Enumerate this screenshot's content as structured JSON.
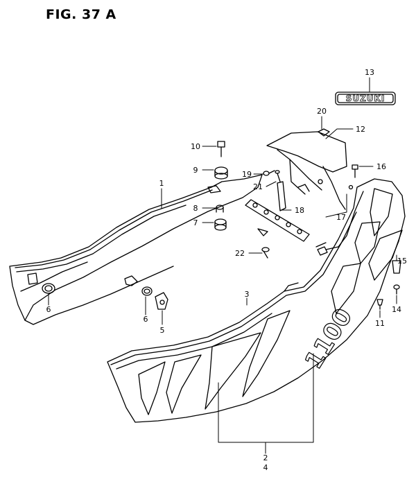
{
  "figure": {
    "title": "FIG. 37 A"
  },
  "callouts": {
    "n1": "1",
    "n2": "2",
    "n3": "3",
    "n4": "4",
    "n5": "5",
    "n6a": "6",
    "n6b": "6",
    "n7": "7",
    "n8": "8",
    "n9": "9",
    "n10": "10",
    "n11": "11",
    "n12": "12",
    "n13": "13",
    "n14": "14",
    "n15": "15",
    "n16": "16",
    "n17": "17",
    "n18": "18",
    "n19": "19",
    "n20": "20",
    "n21": "21",
    "n22": "22"
  },
  "emblem": {
    "text": "SUZUKI"
  },
  "decal": {
    "model_text": "1100"
  },
  "colors": {
    "ink": "#000000",
    "paper": "#ffffff"
  }
}
